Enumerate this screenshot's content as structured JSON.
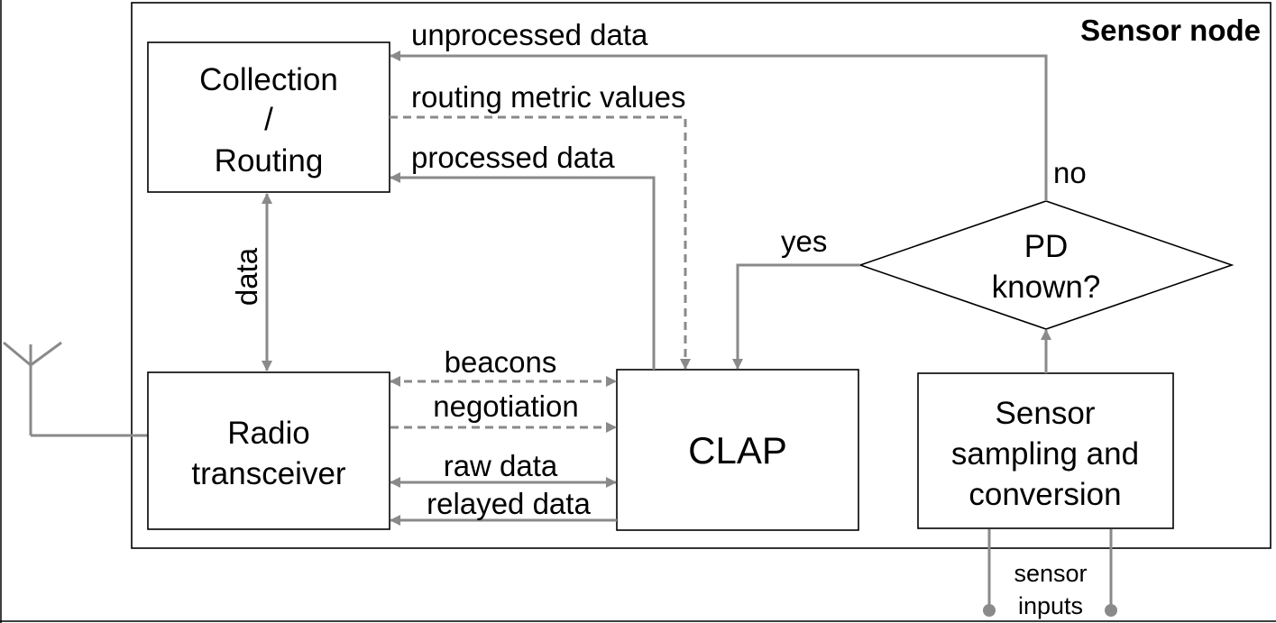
{
  "diagram": {
    "container_title": "Sensor node",
    "nodes": {
      "collection_routing": [
        "Collection",
        "/",
        "Routing"
      ],
      "radio_transceiver": [
        "Radio",
        "transceiver"
      ],
      "clap": "CLAP",
      "sensor_sampling": [
        "Sensor",
        "sampling and",
        "conversion"
      ],
      "pd_known": [
        "PD",
        "known?"
      ]
    },
    "edge_labels": {
      "unprocessed_data": "unprocessed data",
      "routing_metric_values": "routing metric values",
      "processed_data": "processed data",
      "data": "data",
      "beacons": "beacons",
      "negotiation": "negotiation",
      "raw_data": "raw data",
      "relayed_data": "relayed data",
      "yes": "yes",
      "no": "no",
      "sensor_inputs": [
        "sensor",
        "inputs"
      ]
    },
    "colors": {
      "line": "#8a8a8a",
      "box_border": "#000000",
      "text": "#000000"
    }
  }
}
